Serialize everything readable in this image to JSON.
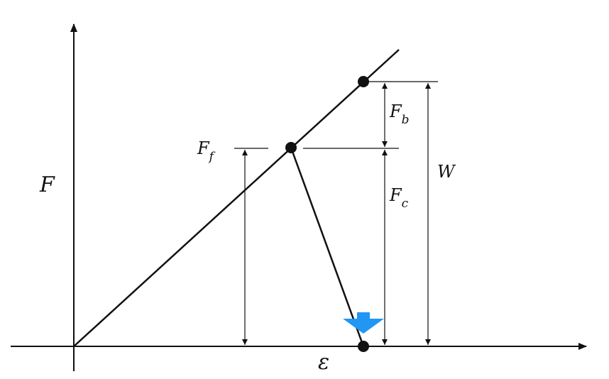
{
  "labels": {
    "y_axis": "F",
    "x_axis": "ε",
    "ff_main": "F",
    "ff_sub": "f",
    "fb_main": "F",
    "fb_sub": "b",
    "fc_main": "F",
    "fc_sub": "c",
    "w": "W"
  },
  "colors": {
    "ink": "#111111",
    "arrow": "#2196f3"
  },
  "icons": {
    "unload_arrow": "down-arrow-icon"
  }
}
